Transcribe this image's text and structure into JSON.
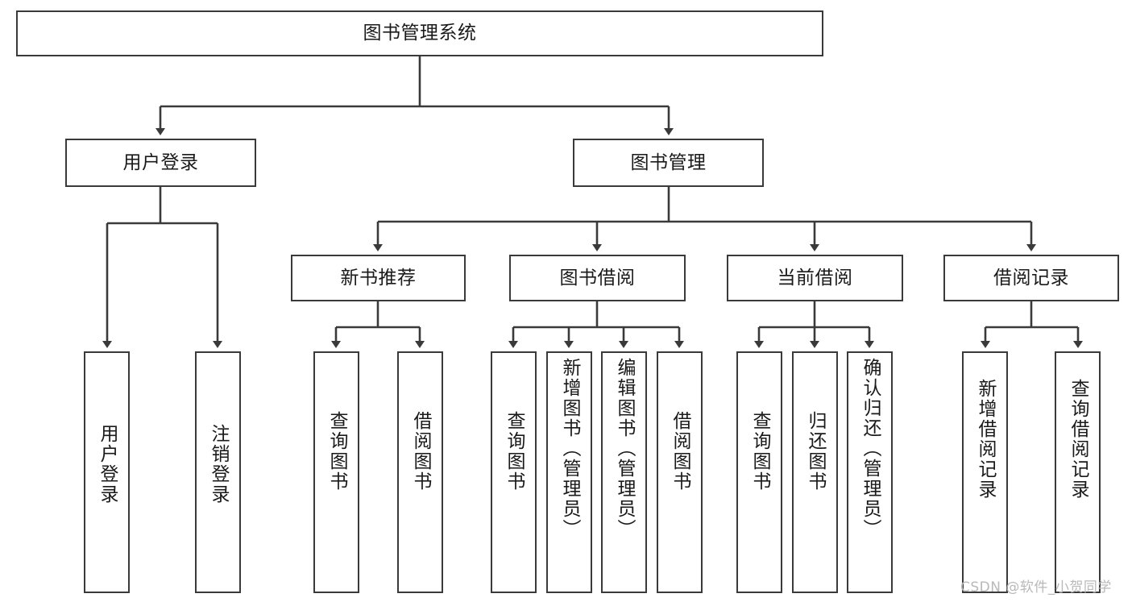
{
  "diagram": {
    "title": "图书管理系统",
    "type": "hierarchy-tree",
    "root": {
      "id": "root",
      "label": "图书管理系统"
    },
    "level2": [
      {
        "id": "user-login",
        "label": "用户登录"
      },
      {
        "id": "book-manage",
        "label": "图书管理"
      }
    ],
    "level3": [
      {
        "id": "new-book-recommend",
        "label": "新书推荐",
        "parent": "book-manage"
      },
      {
        "id": "book-borrow",
        "label": "图书借阅",
        "parent": "book-manage"
      },
      {
        "id": "current-borrow",
        "label": "当前借阅",
        "parent": "book-manage"
      },
      {
        "id": "borrow-record",
        "label": "借阅记录",
        "parent": "book-manage"
      }
    ],
    "leaves": [
      {
        "id": "leaf-user-login",
        "label": "用户登录",
        "parent": "user-login"
      },
      {
        "id": "leaf-logout",
        "label": "注销登录",
        "parent": "user-login"
      },
      {
        "id": "leaf-query-book-1",
        "label": "查询图书",
        "parent": "new-book-recommend"
      },
      {
        "id": "leaf-borrow-book-1",
        "label": "借阅图书",
        "parent": "new-book-recommend"
      },
      {
        "id": "leaf-query-book-2",
        "label": "查询图书",
        "parent": "book-borrow"
      },
      {
        "id": "leaf-add-book",
        "label": "新增图书（管理员）",
        "parent": "book-borrow"
      },
      {
        "id": "leaf-edit-book",
        "label": "编辑图书（管理员）",
        "parent": "book-borrow"
      },
      {
        "id": "leaf-borrow-book-2",
        "label": "借阅图书",
        "parent": "book-borrow"
      },
      {
        "id": "leaf-query-book-3",
        "label": "查询图书",
        "parent": "current-borrow"
      },
      {
        "id": "leaf-return-book",
        "label": "归还图书",
        "parent": "current-borrow"
      },
      {
        "id": "leaf-confirm-return",
        "label": "确认归还（管理员）",
        "parent": "current-borrow"
      },
      {
        "id": "leaf-add-record",
        "label": "新增借阅记录",
        "parent": "borrow-record"
      },
      {
        "id": "leaf-query-record",
        "label": "查询借阅记录",
        "parent": "borrow-record"
      }
    ],
    "watermark": "CSDN @软件_小贺同学",
    "colors": {
      "stroke": "#3a3a3a",
      "background": "#ffffff",
      "text": "#1a1a1a",
      "watermark": "#b9b9b9"
    }
  }
}
